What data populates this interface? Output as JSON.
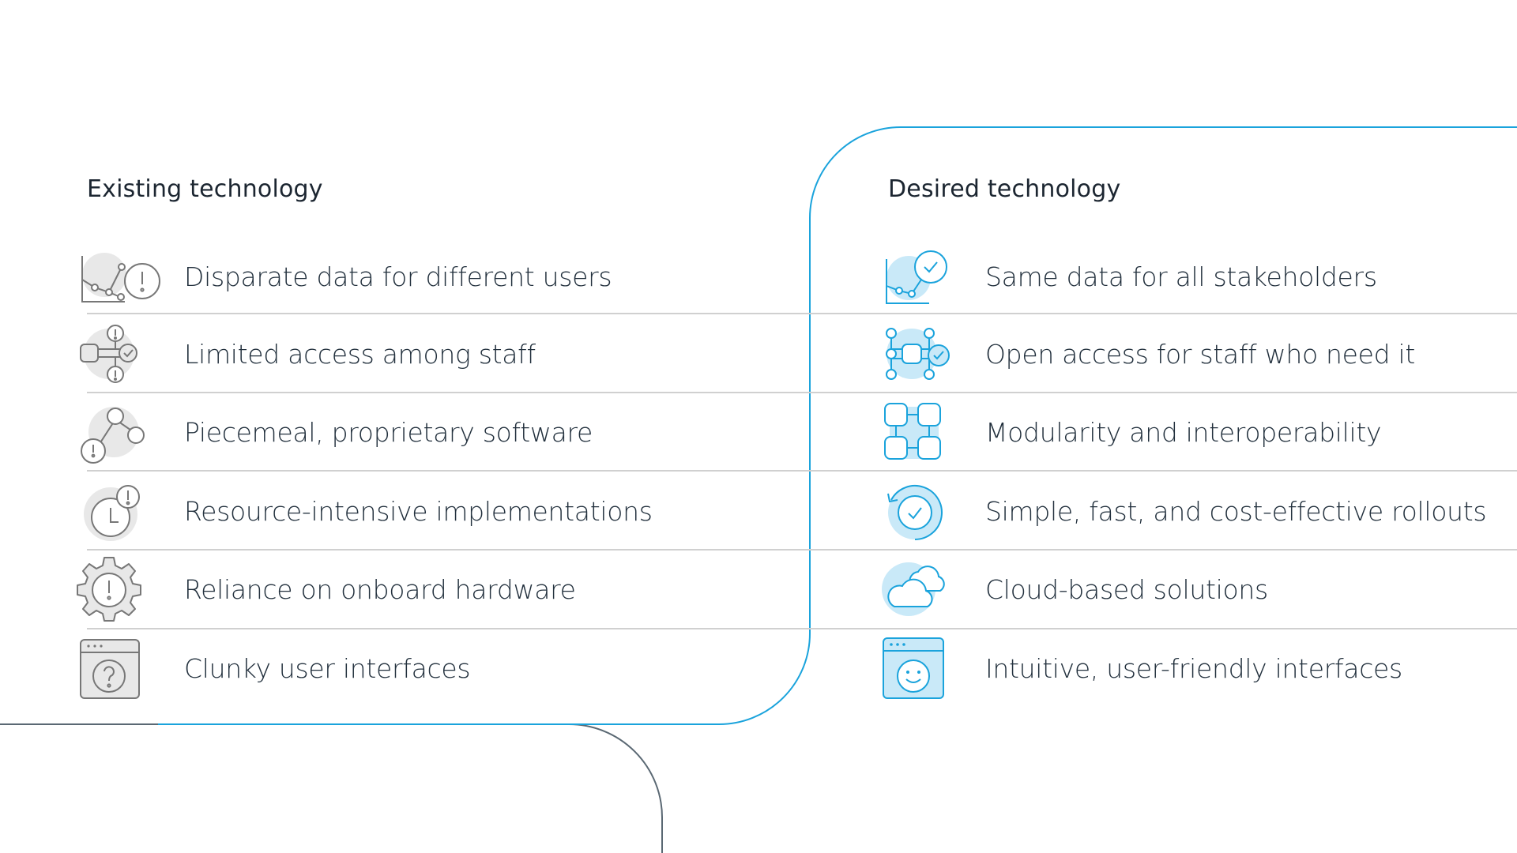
{
  "colors": {
    "accent": "#1aa3dc",
    "accent_fill": "#c9e9f8",
    "neutral_stroke": "#777777",
    "neutral_fill": "#e8e8e8",
    "divider": "#d0d0d0",
    "dark_curve": "#5a6873",
    "text": "#22303d"
  },
  "existing": {
    "title": "Existing technology",
    "items": [
      {
        "label": "Disparate data for different users",
        "icon": "line-chart-alert-icon"
      },
      {
        "label": "Limited access among staff",
        "icon": "network-alert-icon"
      },
      {
        "label": "Piecemeal, proprietary software",
        "icon": "nodes-alert-icon"
      },
      {
        "label": "Resource-intensive implementations",
        "icon": "clock-alert-icon"
      },
      {
        "label": "Reliance on onboard hardware",
        "icon": "gear-alert-icon"
      },
      {
        "label": "Clunky user interfaces",
        "icon": "window-question-icon"
      }
    ]
  },
  "desired": {
    "title": "Desired technology",
    "items": [
      {
        "label": "Same data for all stakeholders",
        "icon": "line-chart-check-icon"
      },
      {
        "label": "Open access for staff who need it",
        "icon": "network-check-icon"
      },
      {
        "label": "Modularity and interoperability",
        "icon": "modules-icon"
      },
      {
        "label": "Simple, fast, and cost-effective rollouts",
        "icon": "refresh-check-icon"
      },
      {
        "label": "Cloud-based solutions",
        "icon": "cloud-icon"
      },
      {
        "label": "Intuitive, user-friendly interfaces",
        "icon": "window-smile-icon"
      }
    ]
  }
}
